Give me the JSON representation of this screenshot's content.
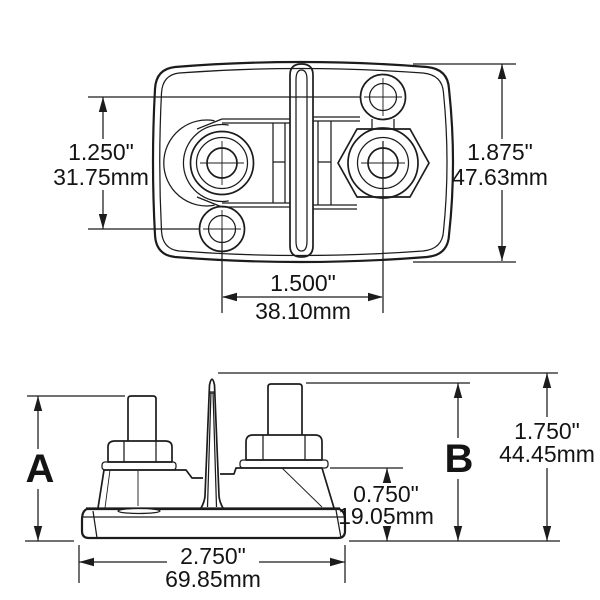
{
  "colors": {
    "line": "#1c1c1c",
    "background": "#ffffff"
  },
  "top_view": {
    "dim_left": {
      "inches": "1.250\"",
      "mm": "31.75mm"
    },
    "dim_right": {
      "inches": "1.875\"",
      "mm": "47.63mm"
    },
    "dim_bottom": {
      "inches": "1.500\"",
      "mm": "38.10mm"
    }
  },
  "side_view": {
    "label_a": "A",
    "label_b": "B",
    "dim_overall_height": {
      "inches": "1.750\"",
      "mm": "44.45mm"
    },
    "dim_base_height": {
      "inches": "0.750\"",
      "mm": "19.05mm"
    },
    "dim_overall_width": {
      "inches": "2.750\"",
      "mm": "69.85mm"
    }
  }
}
